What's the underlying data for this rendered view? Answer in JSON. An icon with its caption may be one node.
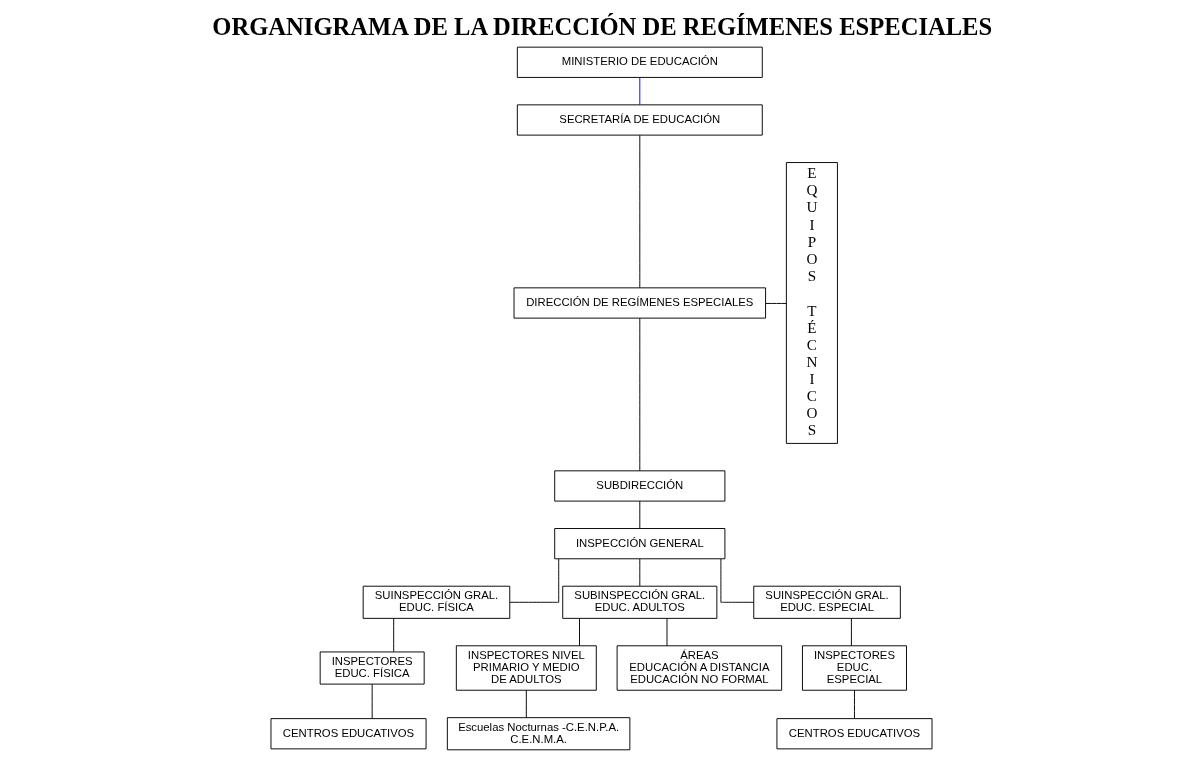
{
  "diagram": {
    "title": "ORGANIGRAMA DE LA DIRECCIÓN DE REGÍMENES ESPECIALES",
    "nodes": [
      {
        "text": [
          "MINISTERIO DE EDUCACIÓN"
        ]
      },
      {
        "text": [
          "SECRETARÍA DE EDUCACIÓN"
        ]
      },
      {
        "text": [
          "DIRECCIÓN DE REGÍMENES ESPECIALES"
        ]
      },
      {
        "text": [
          "EQUIPOS TÉCNICOS"
        ]
      },
      {
        "text": [
          "SUBDIRECCIÓN"
        ]
      },
      {
        "text": [
          "INSPECCIÓN GENERAL"
        ]
      },
      {
        "text": [
          "SUINSPECCIÓN GRAL. EDUC. FÍSICA"
        ]
      },
      {
        "text": [
          "SUBINSPECCIÓN GRAL. EDUC. ADULTOS"
        ]
      },
      {
        "text": [
          "SUINSPECCIÓN GRAL. EDUC. ESPECIAL"
        ]
      },
      {
        "text": [
          "INSPECTORES EDUC. FÍSICA"
        ]
      },
      {
        "text": [
          "INSPECTORES NIVEL PRIMARIO Y MEDIO DE ADULTOS"
        ]
      },
      {
        "text": [
          "ÁREAS",
          "EDUCACIÓN A DISTANCIA",
          "EDUCACIÓN NO FORMAL"
        ]
      },
      {
        "text": [
          "INSPECTORES EDUC. ESPECIAL"
        ]
      },
      {
        "text": [
          "CENTROS EDUCATIVOS"
        ]
      },
      {
        "text": [
          "Escuelas Nocturnas -C.E.N.P.A. C.E.N.M.A."
        ]
      },
      {
        "text": [
          "CENTROS EDUCATIVOS"
        ]
      }
    ],
    "edges": [
      {
        "from": 0,
        "to": 1,
        "arrow": "none",
        "color": "#0000ff"
      },
      {
        "from": 1,
        "to": 2,
        "arrow": "none"
      },
      {
        "from": 2,
        "to": 3,
        "arrow": "none"
      },
      {
        "from": 2,
        "to": 4,
        "arrow": "none"
      },
      {
        "from": 4,
        "to": 5,
        "arrow": "none"
      },
      {
        "from": 5,
        "to": 6,
        "arrow": "none"
      },
      {
        "from": 5,
        "to": 7,
        "arrow": "none"
      },
      {
        "from": 5,
        "to": 8,
        "arrow": "none"
      },
      {
        "from": 6,
        "to": 9,
        "arrow": "none"
      },
      {
        "from": 7,
        "to": 10,
        "arrow": "none"
      },
      {
        "from": 7,
        "to": 11,
        "arrow": "none"
      },
      {
        "from": 8,
        "to": 12,
        "arrow": "none"
      },
      {
        "from": 9,
        "to": 13,
        "arrow": "none"
      },
      {
        "from": 10,
        "to": 14,
        "arrow": "none"
      },
      {
        "from": 12,
        "to": 15,
        "arrow": "none"
      }
    ]
  }
}
